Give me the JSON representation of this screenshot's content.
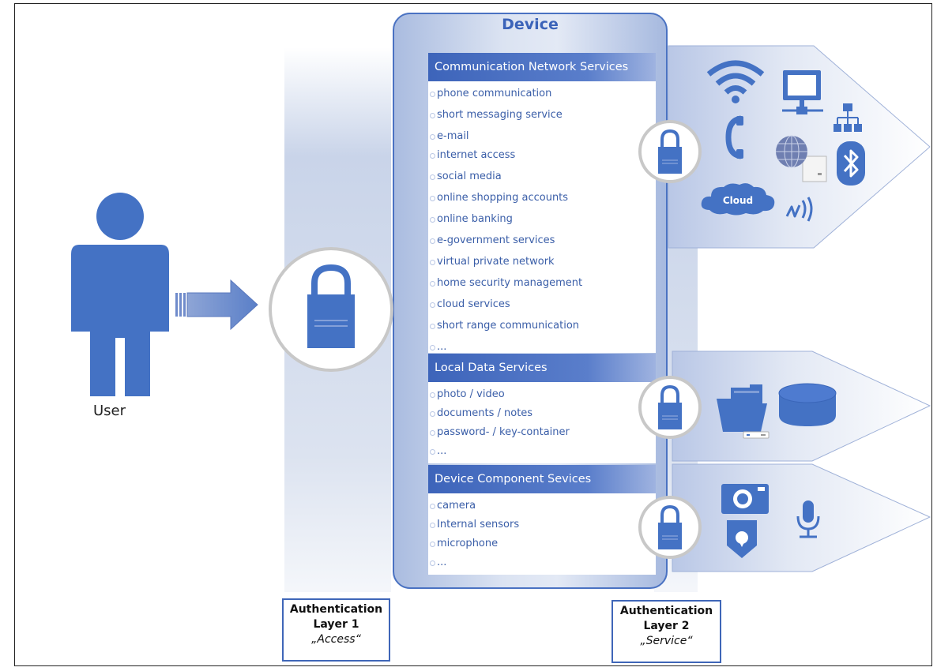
{
  "device": {
    "title": "Device"
  },
  "user": {
    "label": "User"
  },
  "panels": {
    "communication": {
      "header": "Communication Network Services",
      "items": [
        "phone communication",
        "short messaging service",
        "e-mail",
        "internet access",
        "social media",
        "online shopping accounts",
        "online banking",
        "e-government services",
        "virtual private network",
        "home security management",
        "cloud services",
        "short range communication",
        "..."
      ]
    },
    "local": {
      "header": "Local Data Services",
      "items": [
        "photo / video",
        "documents / notes",
        "password- / key-container",
        "..."
      ]
    },
    "component": {
      "header": "Device Component Sevices",
      "items": [
        "camera",
        "Internal sensors",
        "microphone",
        "..."
      ]
    }
  },
  "auth_layer1": {
    "line1": "Authentication",
    "line2": "Layer 1",
    "line3": "„Access“"
  },
  "auth_layer2": {
    "line1": "Authentication",
    "line2": "Layer 2",
    "line3": "„Service“"
  },
  "icons": {
    "cloud_label": "Cloud"
  },
  "colors": {
    "primary": "#4472c4",
    "light": "#dbe3f2",
    "border": "#3f66b8"
  }
}
